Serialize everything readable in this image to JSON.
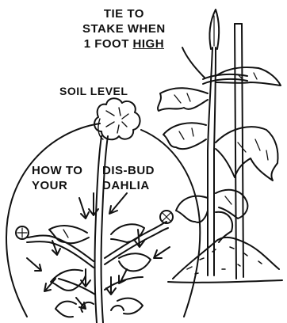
{
  "labels": {
    "tie_line1": "TIE TO",
    "tie_line2": "STAKE WHEN",
    "tie_line3_prefix": "1 FOOT ",
    "tie_line3_underlined": "HIGH",
    "soil_level": "SOIL LEVEL",
    "how_line1": "HOW TO",
    "how_line2": "YOUR",
    "disbud_line1": "DIS-BUD",
    "disbud_line2": "DAHLIA"
  },
  "icons": [
    "stake-icon",
    "dahlia-plant-icon",
    "flower-bloom-icon",
    "flower-bud-icon",
    "arrow-icon",
    "leaf-icon",
    "soil-mound-icon"
  ],
  "colors": {
    "ink": "#111111",
    "paper": "#ffffff"
  }
}
